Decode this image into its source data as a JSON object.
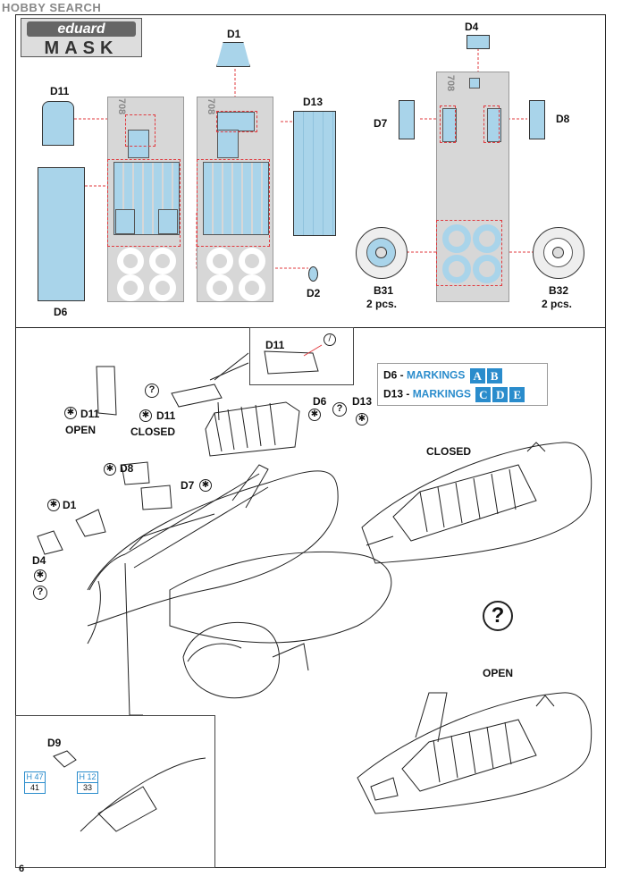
{
  "watermark": "HOBBY SEARCH",
  "brand": {
    "top": "eduard",
    "bottom": "MASK"
  },
  "page_number": "6",
  "parts": {
    "d1": "D1",
    "d2": "D2",
    "d4": "D4",
    "d6": "D6",
    "d7": "D7",
    "d8": "D8",
    "d9": "D9",
    "d11": "D11",
    "d13": "D13",
    "b31": "B31",
    "b32": "B32",
    "pcs": "2 pcs."
  },
  "sheet_code": "708",
  "steps": {
    "open": "OPEN",
    "closed": "CLOSED",
    "closed_view": "CLOSED",
    "open_view": "OPEN",
    "unknown": "?"
  },
  "legend": {
    "row1_part": "D6 -",
    "row1_text": "MARKINGS",
    "row1_boxes": [
      "A",
      "B"
    ],
    "row2_part": "D13 -",
    "row2_text": "MARKINGS",
    "row2_boxes": [
      "C",
      "D",
      "E"
    ]
  },
  "paint_codes": {
    "h47_top": "H 47",
    "h47_bot": "41",
    "h12_top": "H 12",
    "h12_bot": "33"
  },
  "colors": {
    "mask": "#a9d4ea",
    "accent": "#2a8ccc",
    "leader": "#e0393e"
  }
}
